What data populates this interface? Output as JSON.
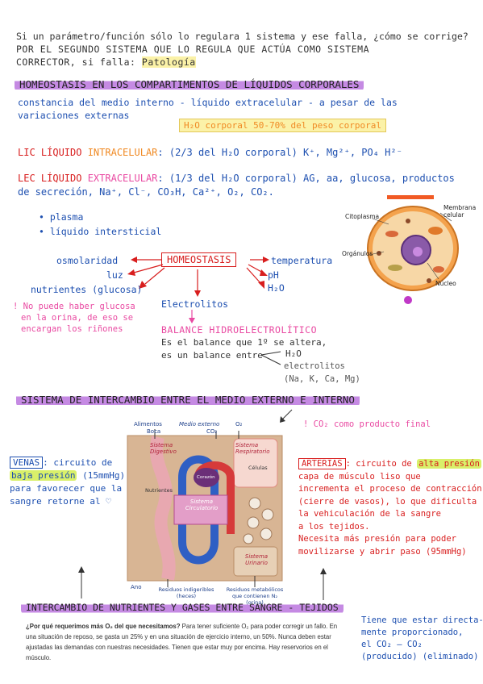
{
  "question": {
    "line1": "Si un parámetro/función sólo lo regulara 1 sistema y ese falla, ¿cómo se corrige?",
    "line2": "POR EL SEGUNDO SISTEMA QUE LO REGULA QUE ACTÚA COMO SISTEMA",
    "line3_a": "CORRECTOR, si falla:",
    "line3_b": "Patología"
  },
  "section1": {
    "title": "HOMEOSTASIS EN LOS COMPARTIMENTOS DE LÍQUIDOS CORPORALES",
    "def1": "constancia del medio interno - líquido extracelular - a pesar de las",
    "def2": "variaciones externas",
    "water_note": "H₂O corporal 50-70% del peso corporal",
    "lic_label_a": "LIC LÍQUIDO ",
    "lic_label_b": "INTRACELULAR",
    "lic_text": ": (2/3 del H₂O corporal) K⁺, Mg²⁺, PO₄ H²⁻",
    "lec_label_a": "LEC LÍQUIDO ",
    "lec_label_b": "EXTRACELULAR",
    "lec_text": ": (1/3 del H₂O corporal) AG, aa, glucosa, productos",
    "lec_text2": "de secreción, Na⁺, Cl⁻, CO₃H, Ca²⁺, O₂, CO₂.",
    "bullets": [
      "plasma",
      "líquido intersticial"
    ],
    "cell_labels": {
      "citoplasma": "Citoplasma",
      "membrana": "Membrana celular",
      "organulos": "Orgánulos",
      "nucleo": "Núcleo"
    },
    "homeostasis": "HOMEOSTASIS",
    "left_items": [
      "osmolaridad",
      "luz",
      "nutrientes (glucosa)"
    ],
    "right_items": [
      "temperatura",
      "pH",
      "H₂O"
    ],
    "down_item": "Electrolitos",
    "pink_note": [
      "No puede haber glucosa",
      "en la orina, de eso se",
      "encargan los riñones"
    ],
    "balance_title": "BALANCE HIDROELECTROLÍTICO",
    "balance_1": "Es el balance que 1º se altera,",
    "balance_2": "es un balance entre",
    "balance_h2o": "H₂O",
    "balance_elec": "electrolitos",
    "balance_ions": "(Na, K, Ca, Mg)"
  },
  "section2": {
    "title": "SISTEMA DE INTERCAMBIO ENTRE EL MEDIO EXTERNO E INTERNO",
    "co2_note": "CO₂ como producto final",
    "diagram": {
      "alimentos": "Alimentos",
      "boca": "Boca",
      "medio_externo": "Medio externo",
      "co2": "CO₂",
      "o2": "O₂",
      "digestivo": "Sistema Digestivo",
      "respiratorio": "Sistema Respiratorio",
      "corazon": "Corazón",
      "nutrientes": "Nutrientes",
      "circulatorio": "Sistema Circulatorio",
      "celulas": "Células",
      "urinario": "Sistema Urinario",
      "ano": "Ano",
      "residuos_ind": "Residuos indigeribles (heces)",
      "residuos_met": "Residuos metabólicos que contienen N₂ (orina)"
    },
    "venas": {
      "label": "VENAS",
      "t1": ": circuito de",
      "t2a": "baja presión",
      "t2b": " (15mmHg)",
      "t3": "para favorecer que la",
      "t4": "sangre retorne al ♡"
    },
    "arterias": {
      "label": "ARTERIAS",
      "t1": ": circuito de ",
      "t1b": "alta presión",
      "lines": [
        "capa de músculo liso que",
        "incrementa el proceso de contracción",
        "(cierre de vasos), lo que dificulta",
        "la vehiculación de la sangre",
        "a los tejidos.",
        "Necesita más presión para poder",
        "movilizarse y abrir paso (95mmHg)"
      ]
    }
  },
  "section3": {
    "title": "INTERCAMBIO DE NUTRIENTES Y GASES ENTRE SANGRE - TEJIDOS",
    "bold_q": "¿Por qué requerimos más O₂ del que necesitamos?",
    "para": " Para tener suficiente O₂ para poder corregir un fallo. En una situación de reposo, se gasta un 25% y en una situación de ejercicio interno, un 50%. Nunca deben estar ajustadas las demandas con nuestras necesidades. Tienen que estar muy por encima. Hay reservorios en el músculo.",
    "side": [
      "Tiene que estar directa-",
      "mente proporcionado,",
      "el CO₂  —  CO₂",
      "(producido) (eliminado)"
    ]
  }
}
